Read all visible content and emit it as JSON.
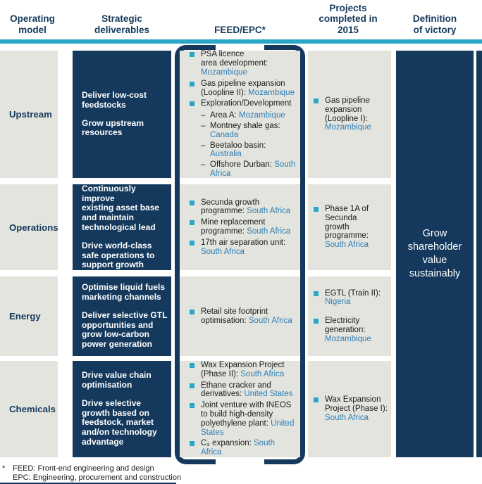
{
  "title": "Operating model strategy overview",
  "header": {
    "columns": [
      "Operating\nmodel",
      "Strategic\ndeliverables",
      "FEED/EPC*",
      "Projects\ncompleted in\n2015",
      "Definition\nof victory"
    ]
  },
  "glyphs": {
    "dash": "–"
  },
  "colors": {
    "navy": "#14395c",
    "teal_accent": "#2aa6c8",
    "location_blue": "#2d7fb5",
    "cell_gray": "#e4e4df",
    "body_text": "#1a1a1a"
  },
  "rows": [
    {
      "label": "Upstream",
      "deliverables": [
        "Deliver low-cost\nfeedstocks",
        "Grow upstream\nresources"
      ],
      "feed_epc": [
        {
          "text": "PSA licence\narea development:\n",
          "loc": "Mozambique"
        },
        {
          "text": "Gas pipeline expansion\n(Loopline II): ",
          "loc": "Mozambique"
        },
        {
          "text": "Exploration/Development",
          "loc": "",
          "subs": [
            {
              "text": "Area A: ",
              "loc": "Mozambique"
            },
            {
              "text": "Montney shale gas:\n",
              "loc": "Canada"
            },
            {
              "text": "Beetaloo basin: ",
              "loc": "Australia"
            },
            {
              "text": "Offshore Durban: ",
              "loc": "South Africa"
            }
          ]
        }
      ],
      "projects": [
        {
          "text": "Gas pipeline\nexpansion\n(Loopline I):\n",
          "loc": "Mozambique"
        }
      ]
    },
    {
      "label": "Operations",
      "deliverables": [
        "Continuously improve\nexisting asset base\nand maintain\ntechnological lead",
        "Drive world-class\nsafe operations to\nsupport growth"
      ],
      "feed_epc": [
        {
          "text": "Secunda growth\nprogramme: ",
          "loc": "South Africa"
        },
        {
          "text": "Mine replacement\nprogramme: ",
          "loc": "South Africa"
        },
        {
          "text": "17th air separation unit:\n",
          "loc": "South Africa"
        }
      ],
      "projects": [
        {
          "text": "Phase 1A of\nSecunda\ngrowth\nprogramme:\n",
          "loc": "South Africa"
        }
      ]
    },
    {
      "label": "Energy",
      "deliverables": [
        "Optimise liquid fuels\nmarketing channels",
        "Deliver selective GTL\nopportunities and\ngrow low-carbon\npower generation"
      ],
      "feed_epc": [
        {
          "text": "Retail site footprint\noptimisation: ",
          "loc": "South Africa"
        }
      ],
      "projects": [
        {
          "text": "EGTL (Train II):\n",
          "loc": "Nigeria"
        },
        {
          "text": "Electricity\ngeneration:\n",
          "loc": "Mozambique"
        }
      ]
    },
    {
      "label": "Chemicals",
      "deliverables": [
        "Drive value chain\noptimisation",
        "Drive selective\ngrowth based on\nfeedstock, market\nand/on technology\nadvantage"
      ],
      "feed_epc": [
        {
          "text": "Wax Expansion Project\n(Phase II): ",
          "loc": "South Africa"
        },
        {
          "text": "Ethane cracker and\nderivatives: ",
          "loc": "United States"
        },
        {
          "text": "Joint venture with INEOS\nto build high-density\npolyethylene plant: ",
          "loc": "United States"
        },
        {
          "text": "C₃ expansion: ",
          "loc": "South Africa"
        }
      ],
      "projects": [
        {
          "text": "Wax Expansion\nProject (Phase I):\n",
          "loc": "South Africa"
        }
      ]
    }
  ],
  "victory": {
    "text": "Grow\nshareholder\nvalue\nsustainably"
  },
  "footnote": {
    "marker": "*",
    "lines": [
      "FEED: Front-end engineering and design",
      "EPC: Engineering, procurement and construction"
    ]
  }
}
